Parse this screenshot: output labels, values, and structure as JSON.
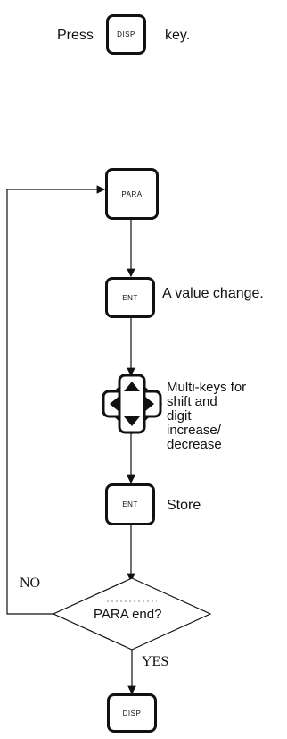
{
  "instruction": {
    "prefix": "Press",
    "key_label": "DISP",
    "suffix": "key."
  },
  "flow": {
    "para_key": "PARA",
    "ent_key_1": "ENT",
    "ent_note": "A value change.",
    "multikeys_note_lines": [
      "Multi-keys for",
      "shift and",
      "digit",
      "increase/",
      "decrease"
    ],
    "ent_key_2": "ENT",
    "store_note": "Store",
    "decision": "PARA end?",
    "no_label": "NO",
    "yes_label": "YES",
    "disp_key_end": "DISP"
  },
  "colors": {
    "ink": "#111111",
    "background": "#ffffff"
  }
}
